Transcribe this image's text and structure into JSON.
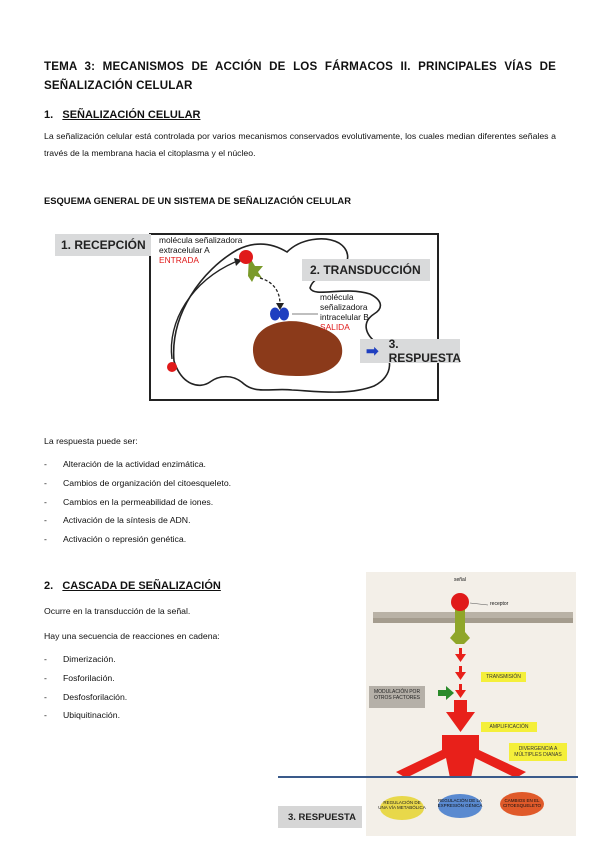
{
  "title": "TEMA 3: MECANISMOS DE ACCIÓN DE LOS FÁRMACOS II. PRINCIPALES VÍAS DE SEÑALIZACIÓN CELULAR",
  "section1": {
    "number": "1.",
    "heading": "SEÑALIZACIÓN CELULAR",
    "paragraph": "La señalización celular está controlada por varios mecanismos conservados evolutivamente, los cuales median diferentes señales a través de la membrana hacia el citoplasma y el núcleo."
  },
  "scheme_title": "ESQUEMA GENERAL DE UN SISTEMA DE SEÑALIZACIÓN CELULAR",
  "figure1": {
    "reception": "1.  RECEPCIÓN",
    "transduction": "2. TRANSDUCCIÓN",
    "response": "3. RESPUESTA",
    "molecule_a_line1": "molécula señalizadora",
    "molecule_a_line2": "extracelular A",
    "entrada": "ENTRADA",
    "molecule_b_line1": "molécula",
    "molecule_b_line2": "señalizadora",
    "molecule_b_line3": "intracelular B",
    "salida": "SALIDA",
    "arrow_icon": "➡"
  },
  "response_intro": "La respuesta puede ser:",
  "responses": [
    "Alteración de la actividad enzimática.",
    "Cambios de organización del citoesqueleto.",
    "Cambios en la permeabilidad de iones.",
    "Activación de la síntesis de ADN.",
    "Activación o represión genética."
  ],
  "section2": {
    "number": "2.",
    "heading": "CASCADA DE SEÑALIZACIÓN",
    "line1": "Ocurre en la transducción de la señal.",
    "line2": "Hay una secuencia de reacciones en cadena:",
    "steps": [
      "Dimerización.",
      "Fosforilación.",
      "Desfosforilación.",
      "Ubiquitinación."
    ]
  },
  "figure2": {
    "signal": "señal",
    "receptor": "receptor",
    "transmision": "TRANSMISIÓN",
    "modulacion": "MODULACIÓN POR OTROS FACTORES",
    "amplificacion": "AMPLIFICACIÓN",
    "divergencia": "DIVERGENCIA A MÚLTIPLES DIANAS",
    "respuesta": "3. RESPUESTA",
    "targets": [
      "REGULACIÓN DE UNA VÍA METABÓLICA",
      "REGULACIÓN DE LA EXPRESIÓN GÉNICA",
      "CAMBIOS EN EL CITOESQUELETO"
    ]
  },
  "colors": {
    "red": "#e01a1a",
    "green_receptor": "#7a9a2a",
    "blue_molecule": "#1f3fc0",
    "nucleus": "#8b3a1a",
    "tag_yellow": "#f4ef3a",
    "cascade_red": "#e8201a",
    "membrane_blue": "#3a5a8a"
  }
}
